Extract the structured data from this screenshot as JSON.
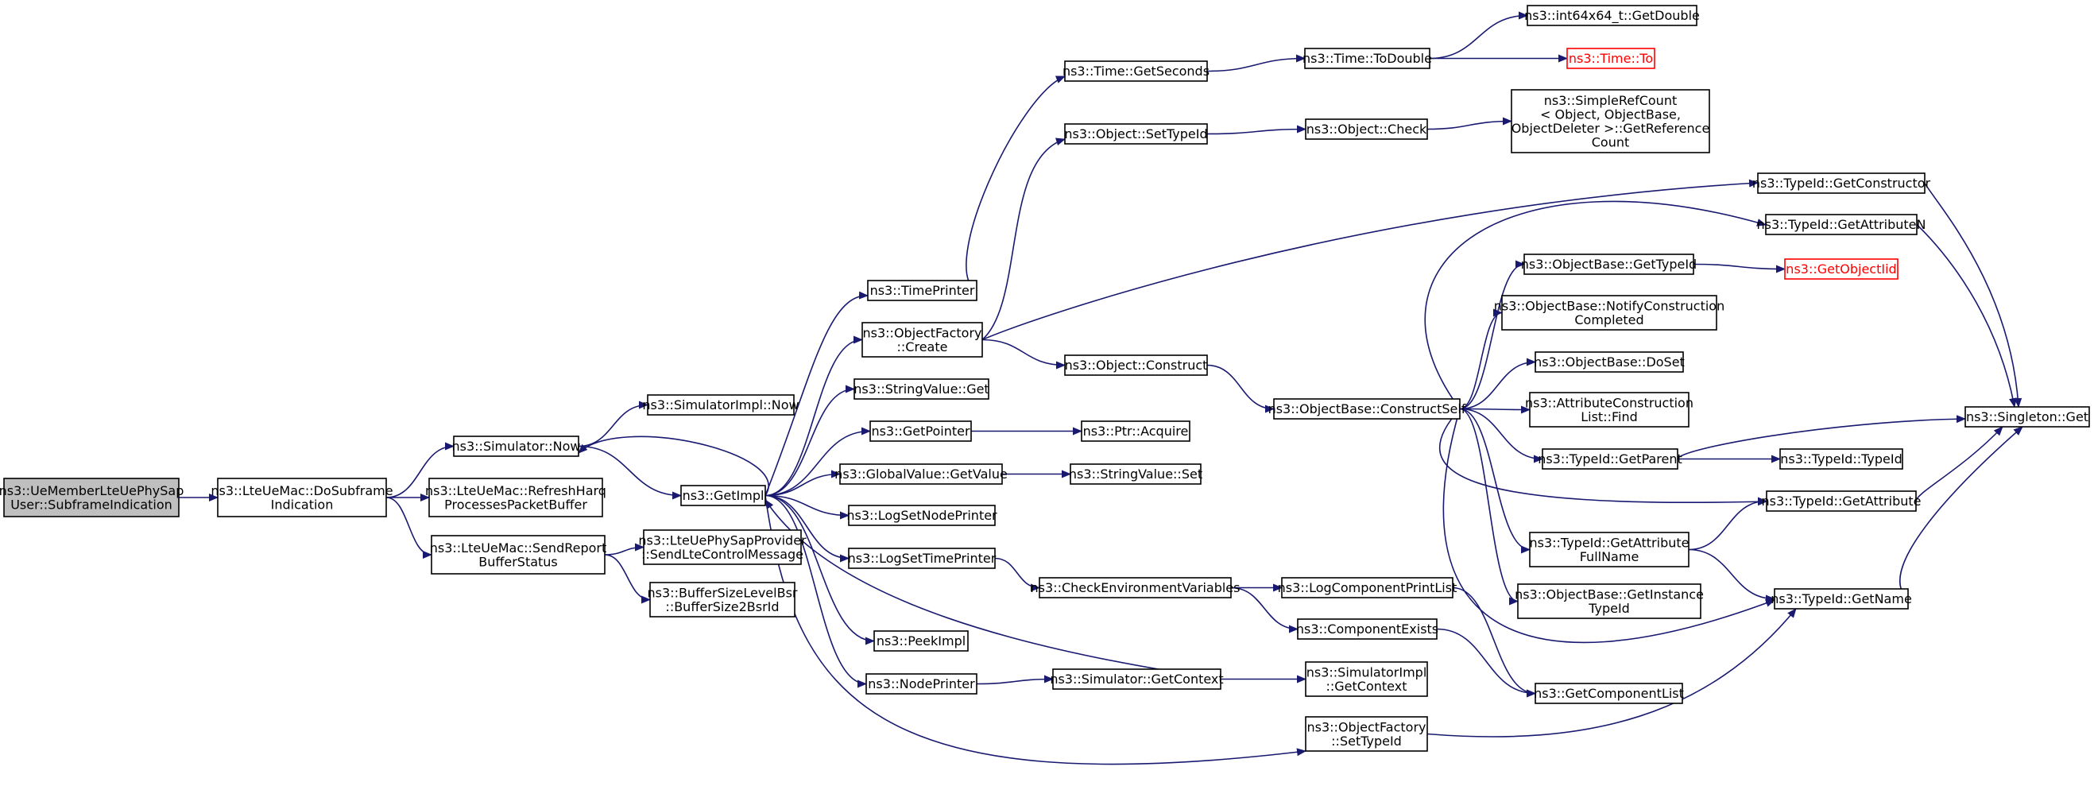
{
  "title": "",
  "colors": {
    "edge": "#191970",
    "root_fill": "#bfbfbf",
    "node_stroke": "#000000",
    "missing_stroke": "#ff0000",
    "background": "#ffffff"
  },
  "nodes": {
    "root": {
      "lines": [
        "ns3::UeMemberLteUePhySap",
        "User::SubframeIndication"
      ],
      "style": "root"
    },
    "doSubframe": {
      "lines": [
        "ns3::LteUeMac::DoSubframe",
        "Indication"
      ]
    },
    "simNow": {
      "lines": [
        "ns3::Simulator::Now"
      ]
    },
    "refreshHarq": {
      "lines": [
        "ns3::LteUeMac::RefreshHarq",
        "ProcessesPacketBuffer"
      ]
    },
    "sendReport": {
      "lines": [
        "ns3::LteUeMac::SendReport",
        "BufferStatus"
      ]
    },
    "simImplNow": {
      "lines": [
        "ns3::SimulatorImpl::Now"
      ]
    },
    "getImpl": {
      "lines": [
        "ns3::GetImpl"
      ]
    },
    "sendLteCtrl": {
      "lines": [
        "ns3::LteUePhySapProvider",
        "::SendLteControlMessage"
      ]
    },
    "bsr": {
      "lines": [
        "ns3::BufferSizeLevelBsr",
        "::BufferSize2BsrId"
      ]
    },
    "timePrinter": {
      "lines": [
        "ns3::TimePrinter"
      ]
    },
    "ofCreate": {
      "lines": [
        "ns3::ObjectFactory",
        "::Create"
      ]
    },
    "strValGet": {
      "lines": [
        "ns3::StringValue::Get"
      ]
    },
    "getPointer": {
      "lines": [
        "ns3::GetPointer"
      ]
    },
    "globalValGet": {
      "lines": [
        "ns3::GlobalValue::GetValue"
      ]
    },
    "logSetNode": {
      "lines": [
        "ns3::LogSetNodePrinter"
      ]
    },
    "logSetTime": {
      "lines": [
        "ns3::LogSetTimePrinter"
      ]
    },
    "peekImpl": {
      "lines": [
        "ns3::PeekImpl"
      ]
    },
    "nodePrinter": {
      "lines": [
        "ns3::NodePrinter"
      ]
    },
    "timeGetSec": {
      "lines": [
        "ns3::Time::GetSeconds"
      ]
    },
    "objSetTypeId": {
      "lines": [
        "ns3::Object::SetTypeId"
      ]
    },
    "objConstruct": {
      "lines": [
        "ns3::Object::Construct"
      ]
    },
    "ptrAcquire": {
      "lines": [
        "ns3::Ptr::Acquire"
      ]
    },
    "strValSet": {
      "lines": [
        "ns3::StringValue::Set"
      ]
    },
    "checkEnv": {
      "lines": [
        "ns3::CheckEnvironmentVariables"
      ]
    },
    "simGetContext": {
      "lines": [
        "ns3::Simulator::GetContext"
      ]
    },
    "ofSetTypeId": {
      "lines": [
        "ns3::ObjectFactory",
        "::SetTypeId"
      ]
    },
    "timeToDouble": {
      "lines": [
        "ns3::Time::ToDouble"
      ]
    },
    "objCheck": {
      "lines": [
        "ns3::Object::Check"
      ]
    },
    "obConstructSelf": {
      "lines": [
        "ns3::ObjectBase::ConstructSelf"
      ]
    },
    "logCompPrintList": {
      "lines": [
        "ns3::LogComponentPrintList"
      ]
    },
    "compExists": {
      "lines": [
        "ns3::ComponentExists"
      ]
    },
    "simImplGetContext": {
      "lines": [
        "ns3::SimulatorImpl",
        "::GetContext"
      ]
    },
    "int64GetDouble": {
      "lines": [
        "ns3::int64x64_t::GetDouble"
      ]
    },
    "timeTo": {
      "lines": [
        "ns3::Time::To"
      ],
      "style": "red"
    },
    "simpleRefCount": {
      "lines": [
        "ns3::SimpleRefCount",
        "< Object, ObjectBase,",
        " ObjectDeleter >::GetReference",
        "Count"
      ]
    },
    "obGetTypeId": {
      "lines": [
        "ns3::ObjectBase::GetTypeId"
      ]
    },
    "obNotify": {
      "lines": [
        "ns3::ObjectBase::NotifyConstruction",
        "Completed"
      ]
    },
    "obDoSet": {
      "lines": [
        "ns3::ObjectBase::DoSet"
      ]
    },
    "attrFind": {
      "lines": [
        "ns3::AttributeConstruction",
        "List::Find"
      ]
    },
    "tidGetParent": {
      "lines": [
        "ns3::TypeId::GetParent"
      ]
    },
    "tidGetAttrFullName": {
      "lines": [
        "ns3::TypeId::GetAttribute",
        "FullName"
      ]
    },
    "obGetInstTid": {
      "lines": [
        "ns3::ObjectBase::GetInstance",
        "TypeId"
      ]
    },
    "getCompList": {
      "lines": [
        "ns3::GetComponentList"
      ]
    },
    "tidGetCtor": {
      "lines": [
        "ns3::TypeId::GetConstructor"
      ]
    },
    "tidGetAttrN": {
      "lines": [
        "ns3::TypeId::GetAttributeN"
      ]
    },
    "getObjectIid": {
      "lines": [
        "ns3::GetObjectIid"
      ],
      "style": "red"
    },
    "tidTypeId": {
      "lines": [
        "ns3::TypeId::TypeId"
      ]
    },
    "tidGetAttr": {
      "lines": [
        "ns3::TypeId::GetAttribute"
      ]
    },
    "tidGetName": {
      "lines": [
        "ns3::TypeId::GetName"
      ]
    },
    "singletonGet": {
      "lines": [
        "ns3::Singleton::Get"
      ]
    }
  },
  "edges": [
    [
      "root",
      "doSubframe"
    ],
    [
      "doSubframe",
      "simNow"
    ],
    [
      "doSubframe",
      "refreshHarq"
    ],
    [
      "doSubframe",
      "sendReport"
    ],
    [
      "simNow",
      "simImplNow"
    ],
    [
      "simNow",
      "getImpl"
    ],
    [
      "sendReport",
      "sendLteCtrl"
    ],
    [
      "sendReport",
      "bsr"
    ],
    [
      "getImpl",
      "simNow"
    ],
    [
      "getImpl",
      "timePrinter"
    ],
    [
      "getImpl",
      "ofCreate"
    ],
    [
      "getImpl",
      "strValGet"
    ],
    [
      "getImpl",
      "getPointer"
    ],
    [
      "getImpl",
      "globalValGet"
    ],
    [
      "getImpl",
      "logSetNode"
    ],
    [
      "getImpl",
      "logSetTime"
    ],
    [
      "getImpl",
      "peekImpl"
    ],
    [
      "getImpl",
      "nodePrinter"
    ],
    [
      "getImpl",
      "ofSetTypeId"
    ],
    [
      "timePrinter",
      "timeGetSec"
    ],
    [
      "ofCreate",
      "objSetTypeId"
    ],
    [
      "ofCreate",
      "objConstruct"
    ],
    [
      "ofCreate",
      "tidGetCtor"
    ],
    [
      "getPointer",
      "ptrAcquire"
    ],
    [
      "globalValGet",
      "strValSet"
    ],
    [
      "logSetTime",
      "checkEnv"
    ],
    [
      "nodePrinter",
      "simGetContext"
    ],
    [
      "simGetContext",
      "getImpl"
    ],
    [
      "simGetContext",
      "simImplGetContext"
    ],
    [
      "ofSetTypeId",
      "tidGetName"
    ],
    [
      "timeGetSec",
      "timeToDouble"
    ],
    [
      "timeToDouble",
      "int64GetDouble"
    ],
    [
      "timeToDouble",
      "timeTo"
    ],
    [
      "objSetTypeId",
      "objCheck"
    ],
    [
      "objCheck",
      "simpleRefCount"
    ],
    [
      "objConstruct",
      "obConstructSelf"
    ],
    [
      "checkEnv",
      "logCompPrintList"
    ],
    [
      "checkEnv",
      "compExists"
    ],
    [
      "logCompPrintList",
      "getCompList"
    ],
    [
      "compExists",
      "getCompList"
    ],
    [
      "obConstructSelf",
      "obGetTypeId"
    ],
    [
      "obConstructSelf",
      "obNotify"
    ],
    [
      "obConstructSelf",
      "obDoSet"
    ],
    [
      "obConstructSelf",
      "attrFind"
    ],
    [
      "obConstructSelf",
      "tidGetParent"
    ],
    [
      "obConstructSelf",
      "tidGetAttr"
    ],
    [
      "obConstructSelf",
      "tidGetAttrFullName"
    ],
    [
      "obConstructSelf",
      "obGetInstTid"
    ],
    [
      "obConstructSelf",
      "tidGetName"
    ],
    [
      "obConstructSelf",
      "tidGetAttrN"
    ],
    [
      "obGetTypeId",
      "getObjectIid"
    ],
    [
      "tidGetParent",
      "singletonGet"
    ],
    [
      "tidGetParent",
      "tidTypeId"
    ],
    [
      "tidGetAttrFullName",
      "tidGetAttr"
    ],
    [
      "tidGetAttrFullName",
      "tidGetName"
    ],
    [
      "tidGetCtor",
      "singletonGet"
    ],
    [
      "tidGetAttrN",
      "singletonGet"
    ],
    [
      "tidGetAttr",
      "singletonGet"
    ],
    [
      "tidGetName",
      "singletonGet"
    ]
  ]
}
